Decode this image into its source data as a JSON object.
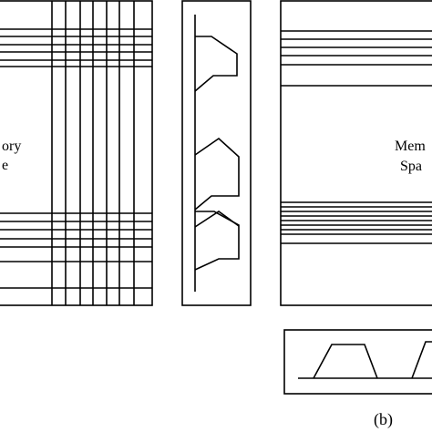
{
  "left_panel": {
    "label_line1": "ory",
    "label_line2": "e"
  },
  "right_panel": {
    "label_line1": "Mem",
    "label_line2": "Spa"
  },
  "caption": "(b)",
  "colors": {
    "stroke": "#000000",
    "background": "#ffffff"
  }
}
